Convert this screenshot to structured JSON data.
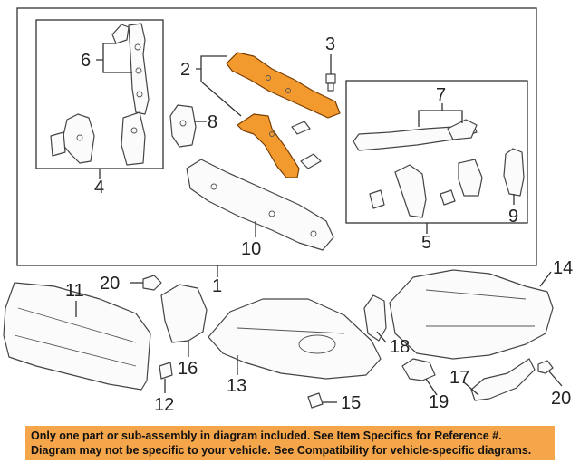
{
  "callouts": {
    "c1": "1",
    "c2": "2",
    "c3": "3",
    "c4": "4",
    "c5": "5",
    "c6": "6",
    "c7": "7",
    "c8": "8",
    "c9": "9",
    "c10": "10",
    "c11": "11",
    "c12": "12",
    "c13": "13",
    "c14": "14",
    "c15": "15",
    "c16": "16",
    "c17": "17",
    "c18": "18",
    "c19": "19",
    "c20a": "20",
    "c20b": "20"
  },
  "colors": {
    "highlight_part": "#f29a2e",
    "notice_background": "#f5a54a"
  },
  "notice": {
    "line1": "Only one part or sub-assembly in diagram included. See Item Specifics for Reference #.",
    "line2": "Diagram may not be specific to your vehicle. See Compatibility for vehicle-specific diagrams."
  }
}
